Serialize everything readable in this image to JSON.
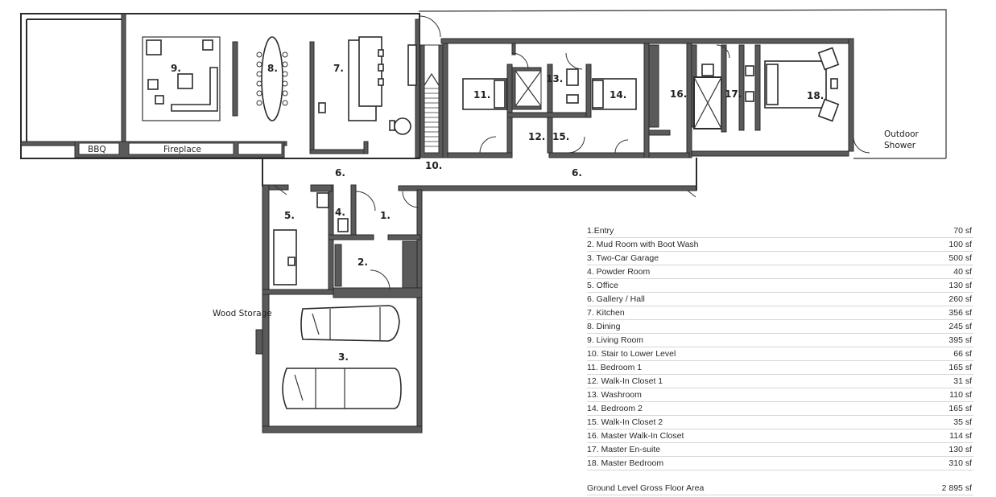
{
  "plan": {
    "rooms": [
      {
        "n": "1."
      },
      {
        "n": "2."
      },
      {
        "n": "3."
      },
      {
        "n": "4."
      },
      {
        "n": "5."
      },
      {
        "n": "6."
      },
      {
        "n": "6."
      },
      {
        "n": "7."
      },
      {
        "n": "8."
      },
      {
        "n": "9."
      },
      {
        "n": "10."
      },
      {
        "n": "11."
      },
      {
        "n": "12."
      },
      {
        "n": "13."
      },
      {
        "n": "14."
      },
      {
        "n": "15."
      },
      {
        "n": "16."
      },
      {
        "n": "17."
      },
      {
        "n": "18."
      }
    ],
    "labels": {
      "bbq": "BBQ",
      "fireplace": "Fireplace",
      "wood_storage": "Wood Storage",
      "outdoor_shower_1": "Outdoor",
      "outdoor_shower_2": "Shower"
    }
  },
  "schedule": {
    "rows": [
      {
        "name": "1.Entry",
        "area": "70 sf"
      },
      {
        "name": "2. Mud Room with Boot Wash",
        "area": "100 sf"
      },
      {
        "name": "3. Two-Car Garage",
        "area": "500 sf"
      },
      {
        "name": "4. Powder Room",
        "area": "40 sf"
      },
      {
        "name": "5. Office",
        "area": "130 sf"
      },
      {
        "name": "6. Gallery / Hall",
        "area": "260 sf"
      },
      {
        "name": "7. Kitchen",
        "area": "356 sf"
      },
      {
        "name": "8. Dining",
        "area": "245 sf"
      },
      {
        "name": "9. Living Room",
        "area": "395 sf"
      },
      {
        "name": "10. Stair to Lower Level",
        "area": "66 sf"
      },
      {
        "name": "11. Bedroom 1",
        "area": "165 sf"
      },
      {
        "name": "12. Walk-In Closet 1",
        "area": "31 sf"
      },
      {
        "name": "13. Washroom",
        "area": "110 sf"
      },
      {
        "name": "14. Bedroom 2",
        "area": "165 sf"
      },
      {
        "name": "15. Walk-In Closet 2",
        "area": "35 sf"
      },
      {
        "name": "16. Master Walk-In Closet",
        "area": "114 sf"
      },
      {
        "name": "17. Master En-suite",
        "area": "130 sf"
      },
      {
        "name": "18. Master Bedroom",
        "area": "310 sf"
      }
    ],
    "total": {
      "name": "Ground Level Gross Floor Area",
      "area": "2 895 sf"
    }
  }
}
